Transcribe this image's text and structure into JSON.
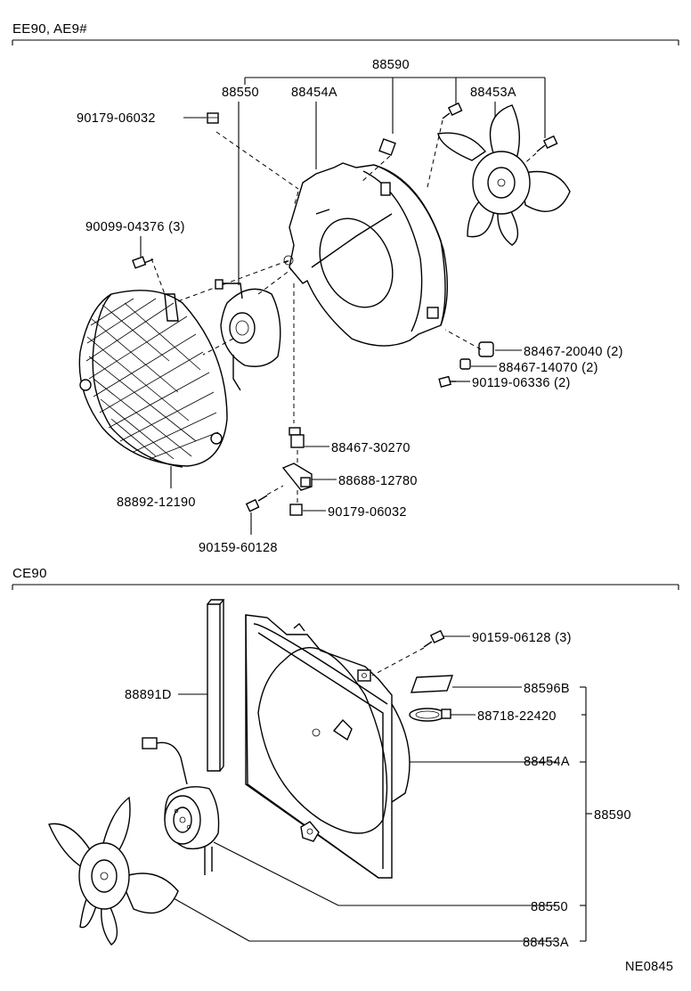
{
  "sections": {
    "top": "EE90, AE9#",
    "bottom": "CE90"
  },
  "diagram_code": "NE0845",
  "top_labels": {
    "assy": "88590",
    "motor": "88550",
    "shroud": "88454A",
    "fan": "88453A",
    "nut_top": "90179-06032",
    "bolt_screw": "90099-04376 (3)",
    "cushion": "88467-20040 (2)",
    "collar": "88467-14070 (2)",
    "bolt_side": "90119-06336 (2)",
    "switch": "88467-30270",
    "bracket": "88688-12780",
    "nut_bottom": "90179-06032",
    "bolt_bottom": "90159-60128",
    "guard": "88892-12190"
  },
  "bottom_labels": {
    "bolt": "90159-06128 (3)",
    "seal": "88891D",
    "plate": "88596B",
    "clamp": "88718-22420",
    "shroud": "88454A",
    "assy": "88590",
    "motor": "88550",
    "fan": "88453A"
  }
}
